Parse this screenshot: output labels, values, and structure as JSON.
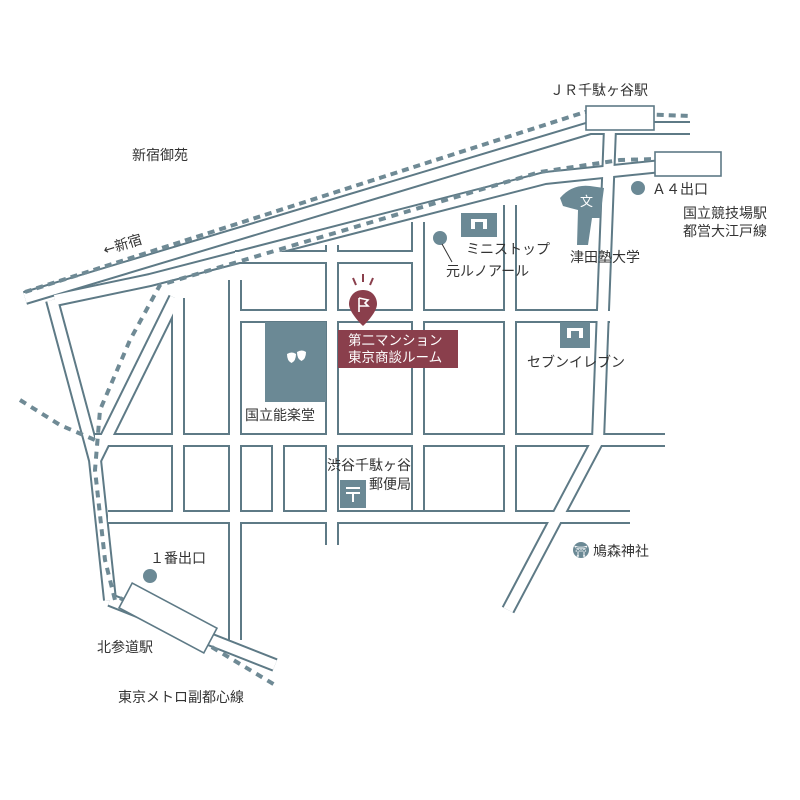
{
  "labels": {
    "jr_station": "ＪＲ千駄ヶ谷駅",
    "shinjuku_gyoen": "新宿御苑",
    "to_shinjuku": "←新宿",
    "exit_a4": "Ａ４出口",
    "kokuritsu_station": "国立競技場駅",
    "oedo_line": "都営大江戸線",
    "ministop": "ミニストップ",
    "former": "元ルノアール",
    "tsuda": "津田塾大学",
    "target_line1": "第二マンション",
    "target_line2": "東京商談ルーム",
    "seven_eleven": "セブンイレブン",
    "noh_theatre": "国立能楽堂",
    "post_office_line1": "渋谷千駄ヶ谷",
    "post_office_line2": "郵便局",
    "exit_1": "１番出口",
    "hatomori": "鳩森神社",
    "kitasando_station": "北参道駅",
    "metro_line": "東京メトロ副都心線"
  },
  "icons": {
    "school": "文",
    "shrine": "⛩"
  },
  "colors": {
    "road": "#5e7a86",
    "building": "#6b8995",
    "target": "#8a3f4c"
  }
}
